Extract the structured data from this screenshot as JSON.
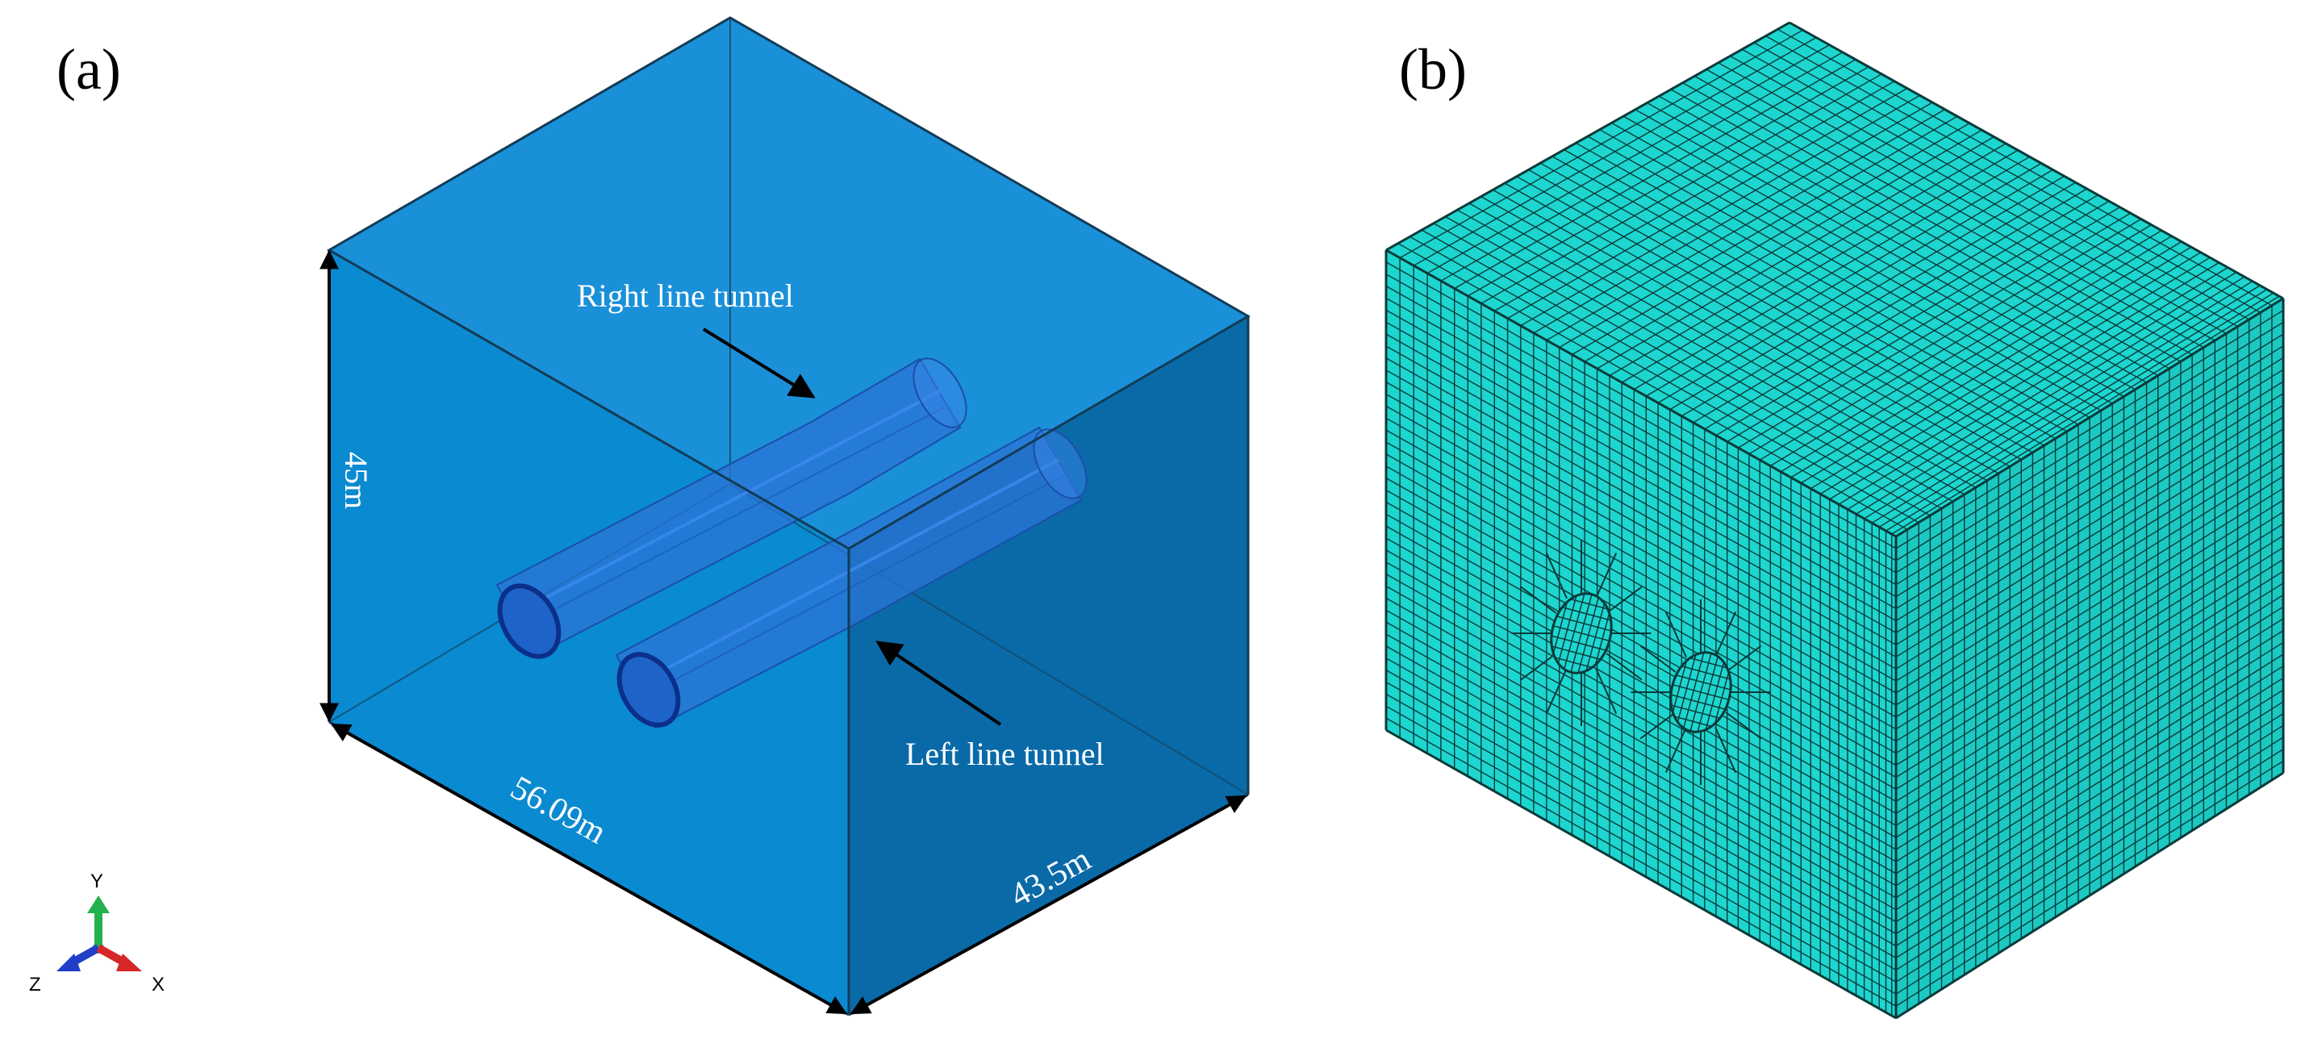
{
  "panel_a": {
    "label": "(a)",
    "annotations": {
      "right_tunnel": "Right line tunnel",
      "left_tunnel": "Left line tunnel"
    },
    "dimensions": {
      "height": "45m",
      "length": "56.09m",
      "width": "43.5m"
    },
    "colors": {
      "front_face": "#0a8ad0",
      "top_face": "#1a90d8",
      "side_face": "#0a6aa8",
      "tunnel": "#2b74d6",
      "edge": "#123b55"
    }
  },
  "panel_b": {
    "label": "(b)",
    "colors": {
      "mesh_fill": "#1dd6cf",
      "mesh_line": "#083a3a"
    }
  },
  "triad": {
    "y_label": "Y",
    "z_label": "Z",
    "x_label": "X",
    "colors": {
      "y": "#22b14c",
      "z": "#1f3fc9",
      "x": "#d62828"
    }
  }
}
